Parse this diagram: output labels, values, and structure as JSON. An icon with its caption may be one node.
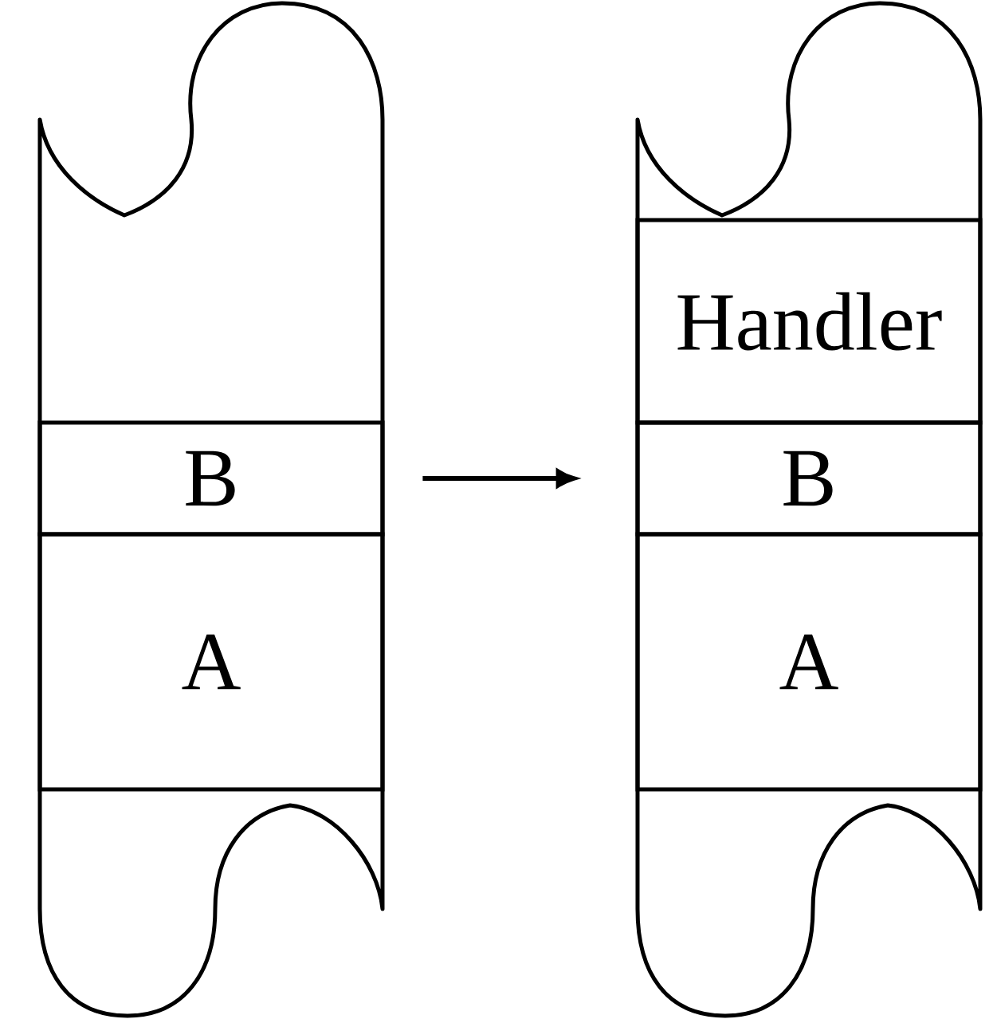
{
  "diagram": {
    "nodes": [
      {
        "text": [],
        "shape": "box"
      },
      {
        "text": [
          "B"
        ],
        "in": 0
      },
      {
        "text": [
          "A"
        ],
        "in": 0
      },
      {
        "text": [],
        "shape": "box"
      },
      {
        "text": [
          "Handler"
        ],
        "in": 3
      },
      {
        "text": [
          "B"
        ],
        "in": 3
      },
      {
        "text": [
          "A"
        ],
        "in": 3
      }
    ],
    "edges": [
      {
        "from": 0,
        "to": 3,
        "arrow": "to"
      }
    ]
  }
}
